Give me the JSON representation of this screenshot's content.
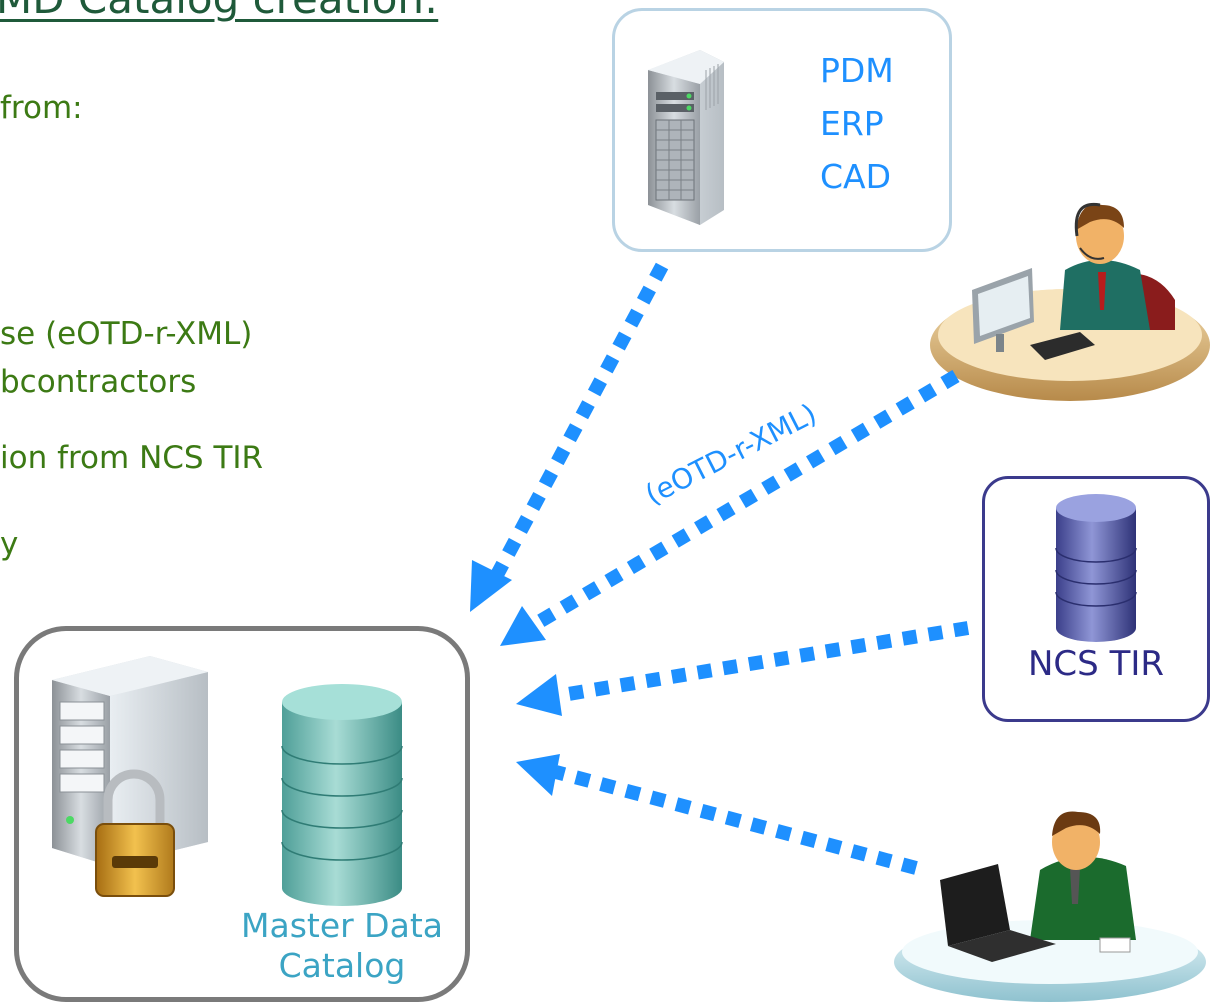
{
  "title": "MD Catalog creation:",
  "bullets": [
    "from:",
    "se (eOTD-r-XML)",
    "bcontractors",
    "ion from NCS TIR",
    "y"
  ],
  "source_systems": [
    "PDM",
    "ERP",
    "CAD"
  ],
  "flow_label": "(eOTD-r-XML)",
  "ncs": {
    "label": "NCS TIR"
  },
  "master_data": {
    "line1": "Master Data",
    "line2": "Catalog"
  },
  "colors": {
    "arrow": "#1e90ff",
    "title": "#1f5a3a",
    "bullet_text": "#3c7a14",
    "ncs_border": "#3b3a8c",
    "catalog_text": "#3ba4c4"
  }
}
